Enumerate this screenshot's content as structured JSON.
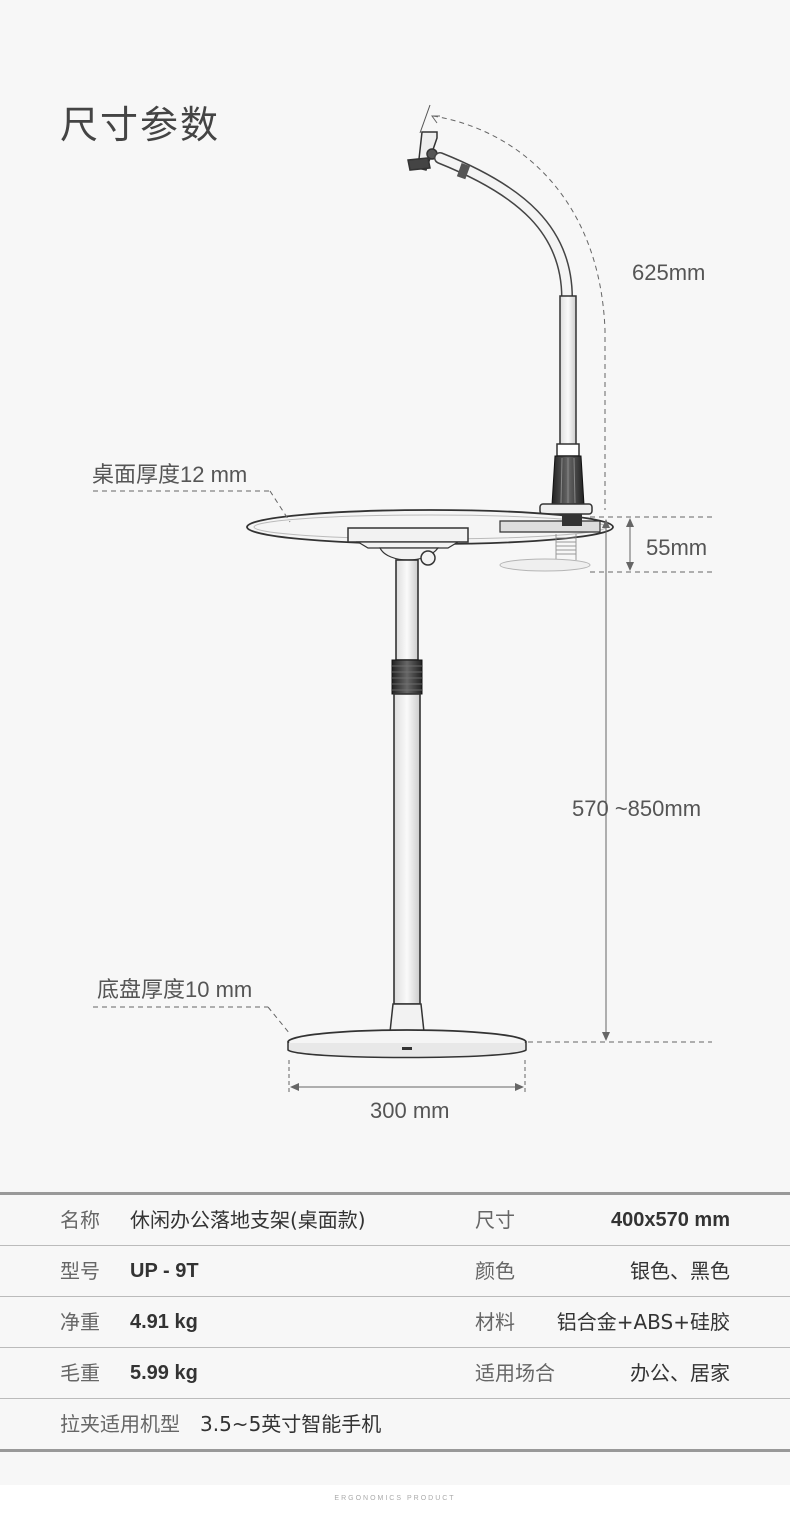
{
  "page": {
    "title": "尺寸参数",
    "footer": "ERGONOMICS PRODUCT"
  },
  "diagram": {
    "label_625": "625mm",
    "label_55": "55mm",
    "label_570_850": "570 ~850mm",
    "label_desk_thickness": "桌面厚度12 mm",
    "label_base_thickness": "底盘厚度10 mm",
    "label_300": "300 mm"
  },
  "specs": [
    {
      "l1": "名称",
      "v1": "休闲办公落地支架(桌面款)",
      "l2": "尺寸",
      "v2": "400x570 mm"
    },
    {
      "l1": "型号",
      "v1": "UP - 9T",
      "l2": "颜色",
      "v2": "银色、黑色"
    },
    {
      "l1": "净重",
      "v1": "4.91 kg",
      "l2": "材料",
      "v2": "铝合金+ABS+硅胶"
    },
    {
      "l1": "毛重",
      "v1": "5.99 kg",
      "l2": "适用场合",
      "v2": "办公、居家"
    },
    {
      "l1": "拉夹适用机型",
      "v1": "3.5~5英寸智能手机"
    }
  ]
}
